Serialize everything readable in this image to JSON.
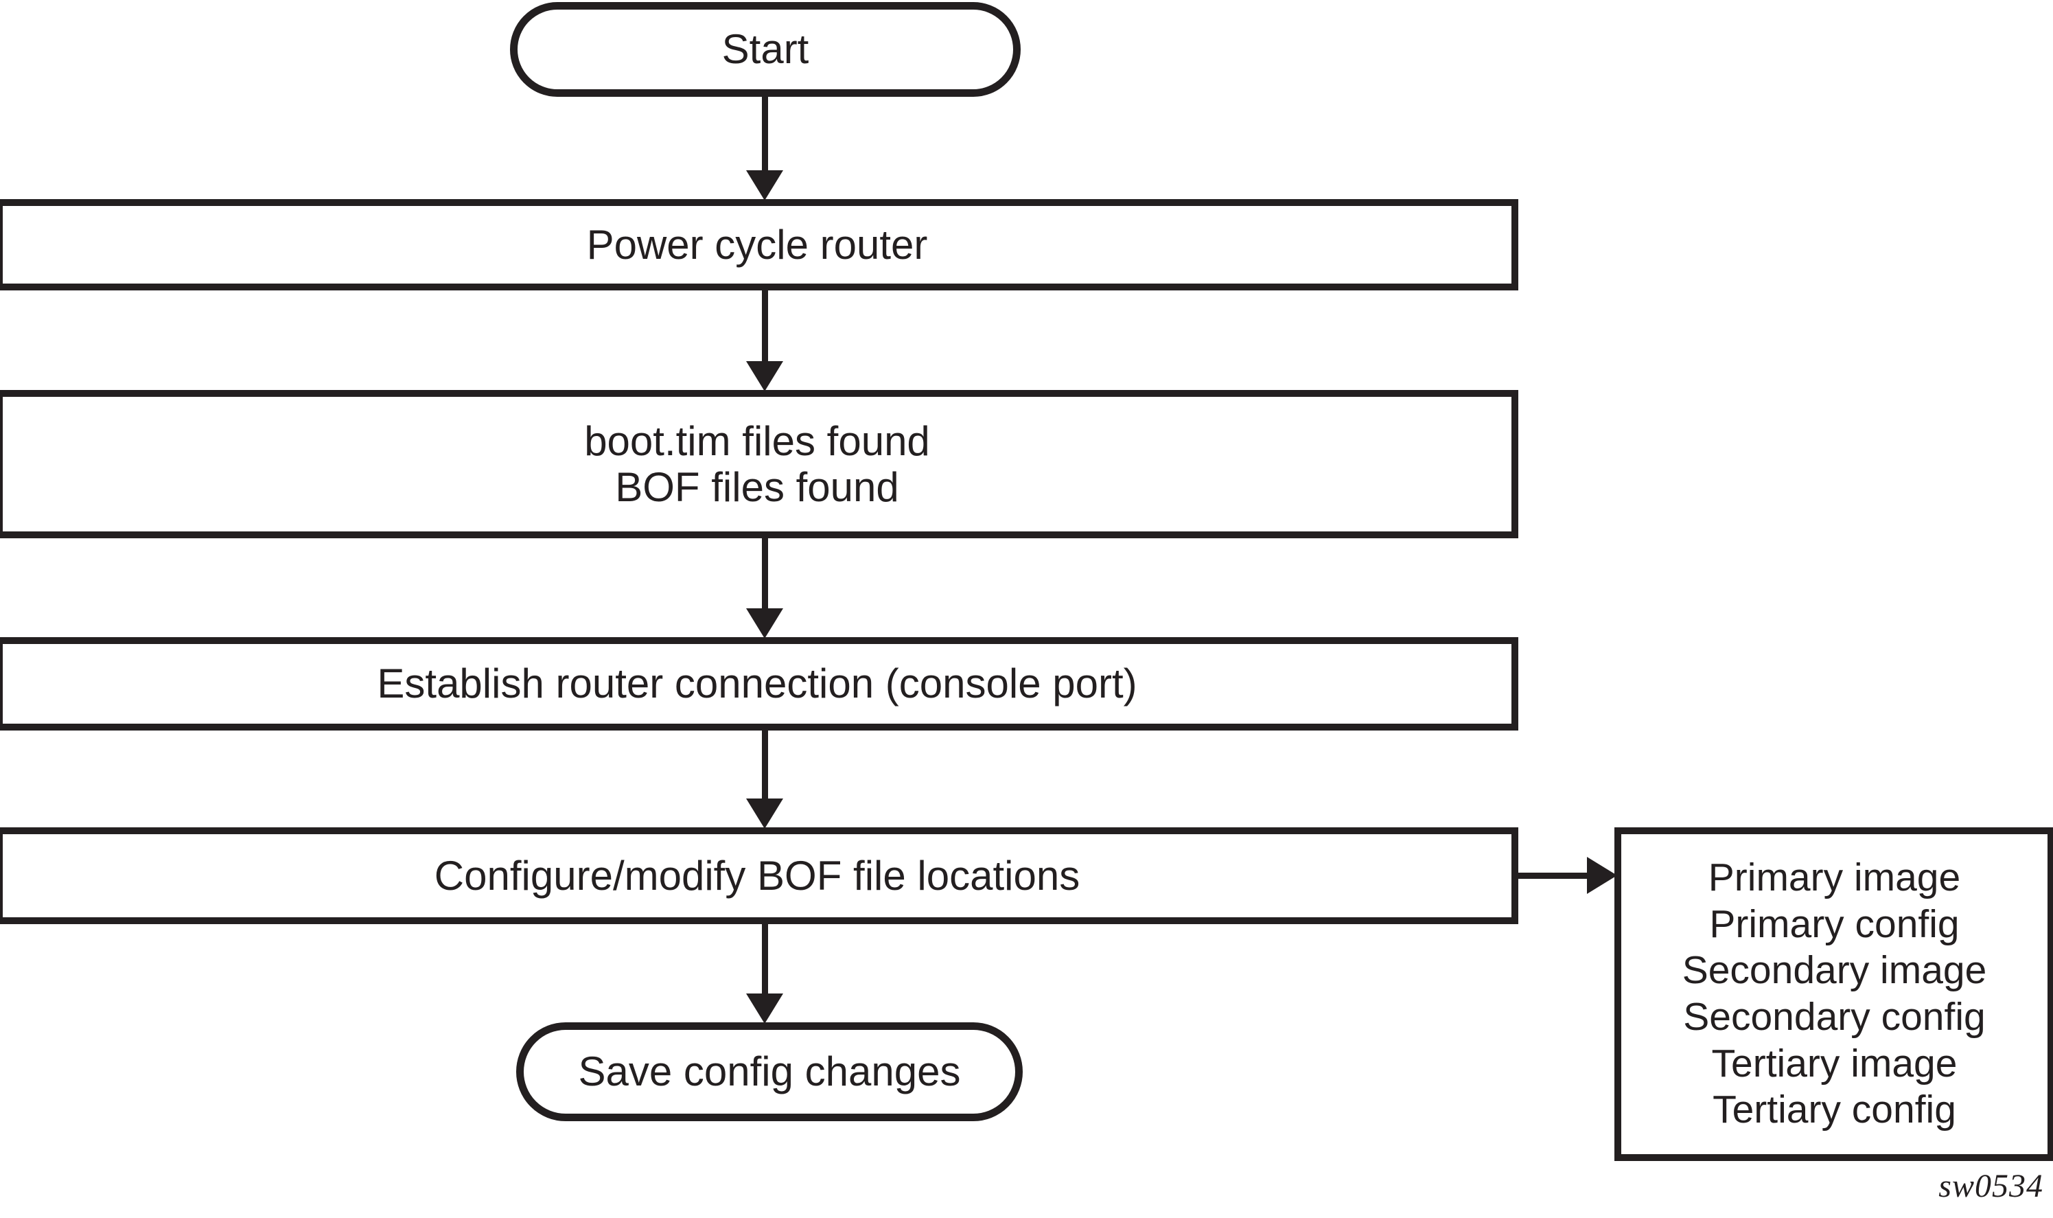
{
  "diagram": {
    "caption": "sw0534",
    "accent_color": "#231f20",
    "background_color": "#ffffff",
    "nodes": [
      {
        "id": "start",
        "shape": "terminator",
        "label": "Start"
      },
      {
        "id": "power",
        "shape": "process",
        "label": "Power cycle router"
      },
      {
        "id": "bootfiles",
        "shape": "process",
        "label": "boot.tim files found\nBOF files found"
      },
      {
        "id": "establish",
        "shape": "process",
        "label": "Establish router connection (console port)"
      },
      {
        "id": "configure",
        "shape": "process",
        "label": "Configure/modify BOF file locations"
      },
      {
        "id": "save",
        "shape": "terminator",
        "label": "Save config changes"
      },
      {
        "id": "bof_list",
        "shape": "annotation",
        "label": "Primary image\nPrimary config\nSecondary image\nSecondary config\nTertiary image\nTertiary config"
      }
    ],
    "bof_list_items": [
      "Primary image",
      "Primary config",
      "Secondary image",
      "Secondary config",
      "Tertiary image",
      "Tertiary config"
    ],
    "connectors": [
      {
        "id": "c1",
        "from": "start",
        "to": "power",
        "direction": "down",
        "arrowhead": true
      },
      {
        "id": "c2",
        "from": "power",
        "to": "bootfiles",
        "direction": "down",
        "arrowhead": true
      },
      {
        "id": "c3",
        "from": "bootfiles",
        "to": "establish",
        "direction": "down",
        "arrowhead": true
      },
      {
        "id": "c4",
        "from": "establish",
        "to": "configure",
        "direction": "down",
        "arrowhead": true
      },
      {
        "id": "c5",
        "from": "configure",
        "to": "save",
        "direction": "down",
        "arrowhead": true
      },
      {
        "id": "c6",
        "from": "configure",
        "to": "bof_list",
        "direction": "right",
        "arrowhead": true
      }
    ]
  }
}
